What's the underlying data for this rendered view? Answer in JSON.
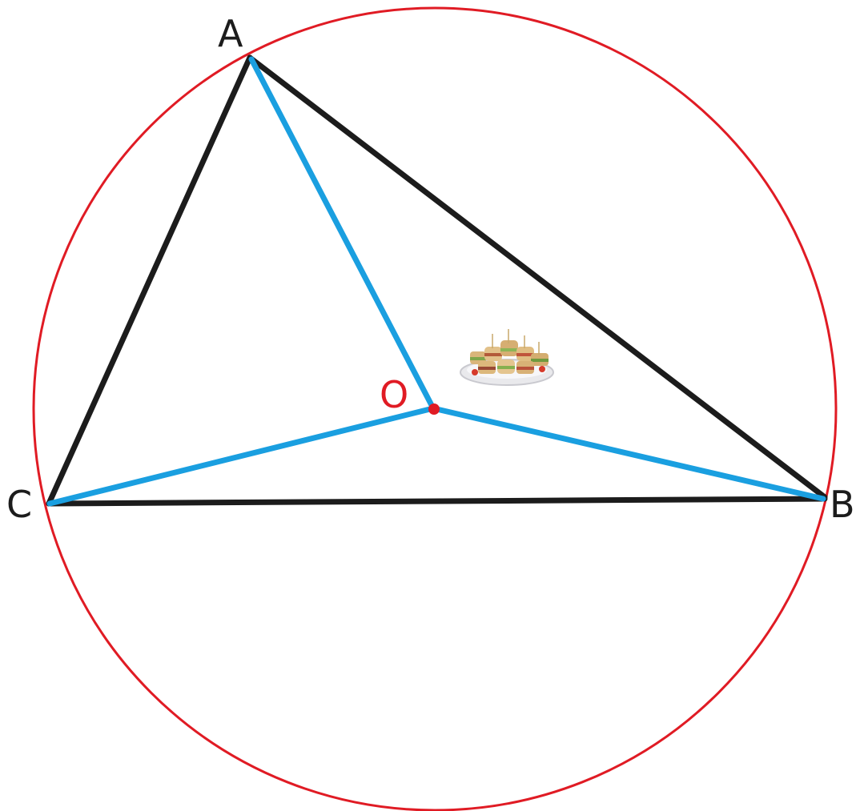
{
  "colors": {
    "circle": "#e01b24",
    "triangle": "#1c1c1c",
    "radius": "#1a9fe0",
    "vertex_label": "#1c1c1c",
    "center_label": "#e01b24",
    "background": "#ffffff"
  },
  "labels": {
    "a": "A",
    "b": "B",
    "c": "C",
    "o": "O"
  },
  "decoration": {
    "icon": "sandwich-platter-icon"
  }
}
